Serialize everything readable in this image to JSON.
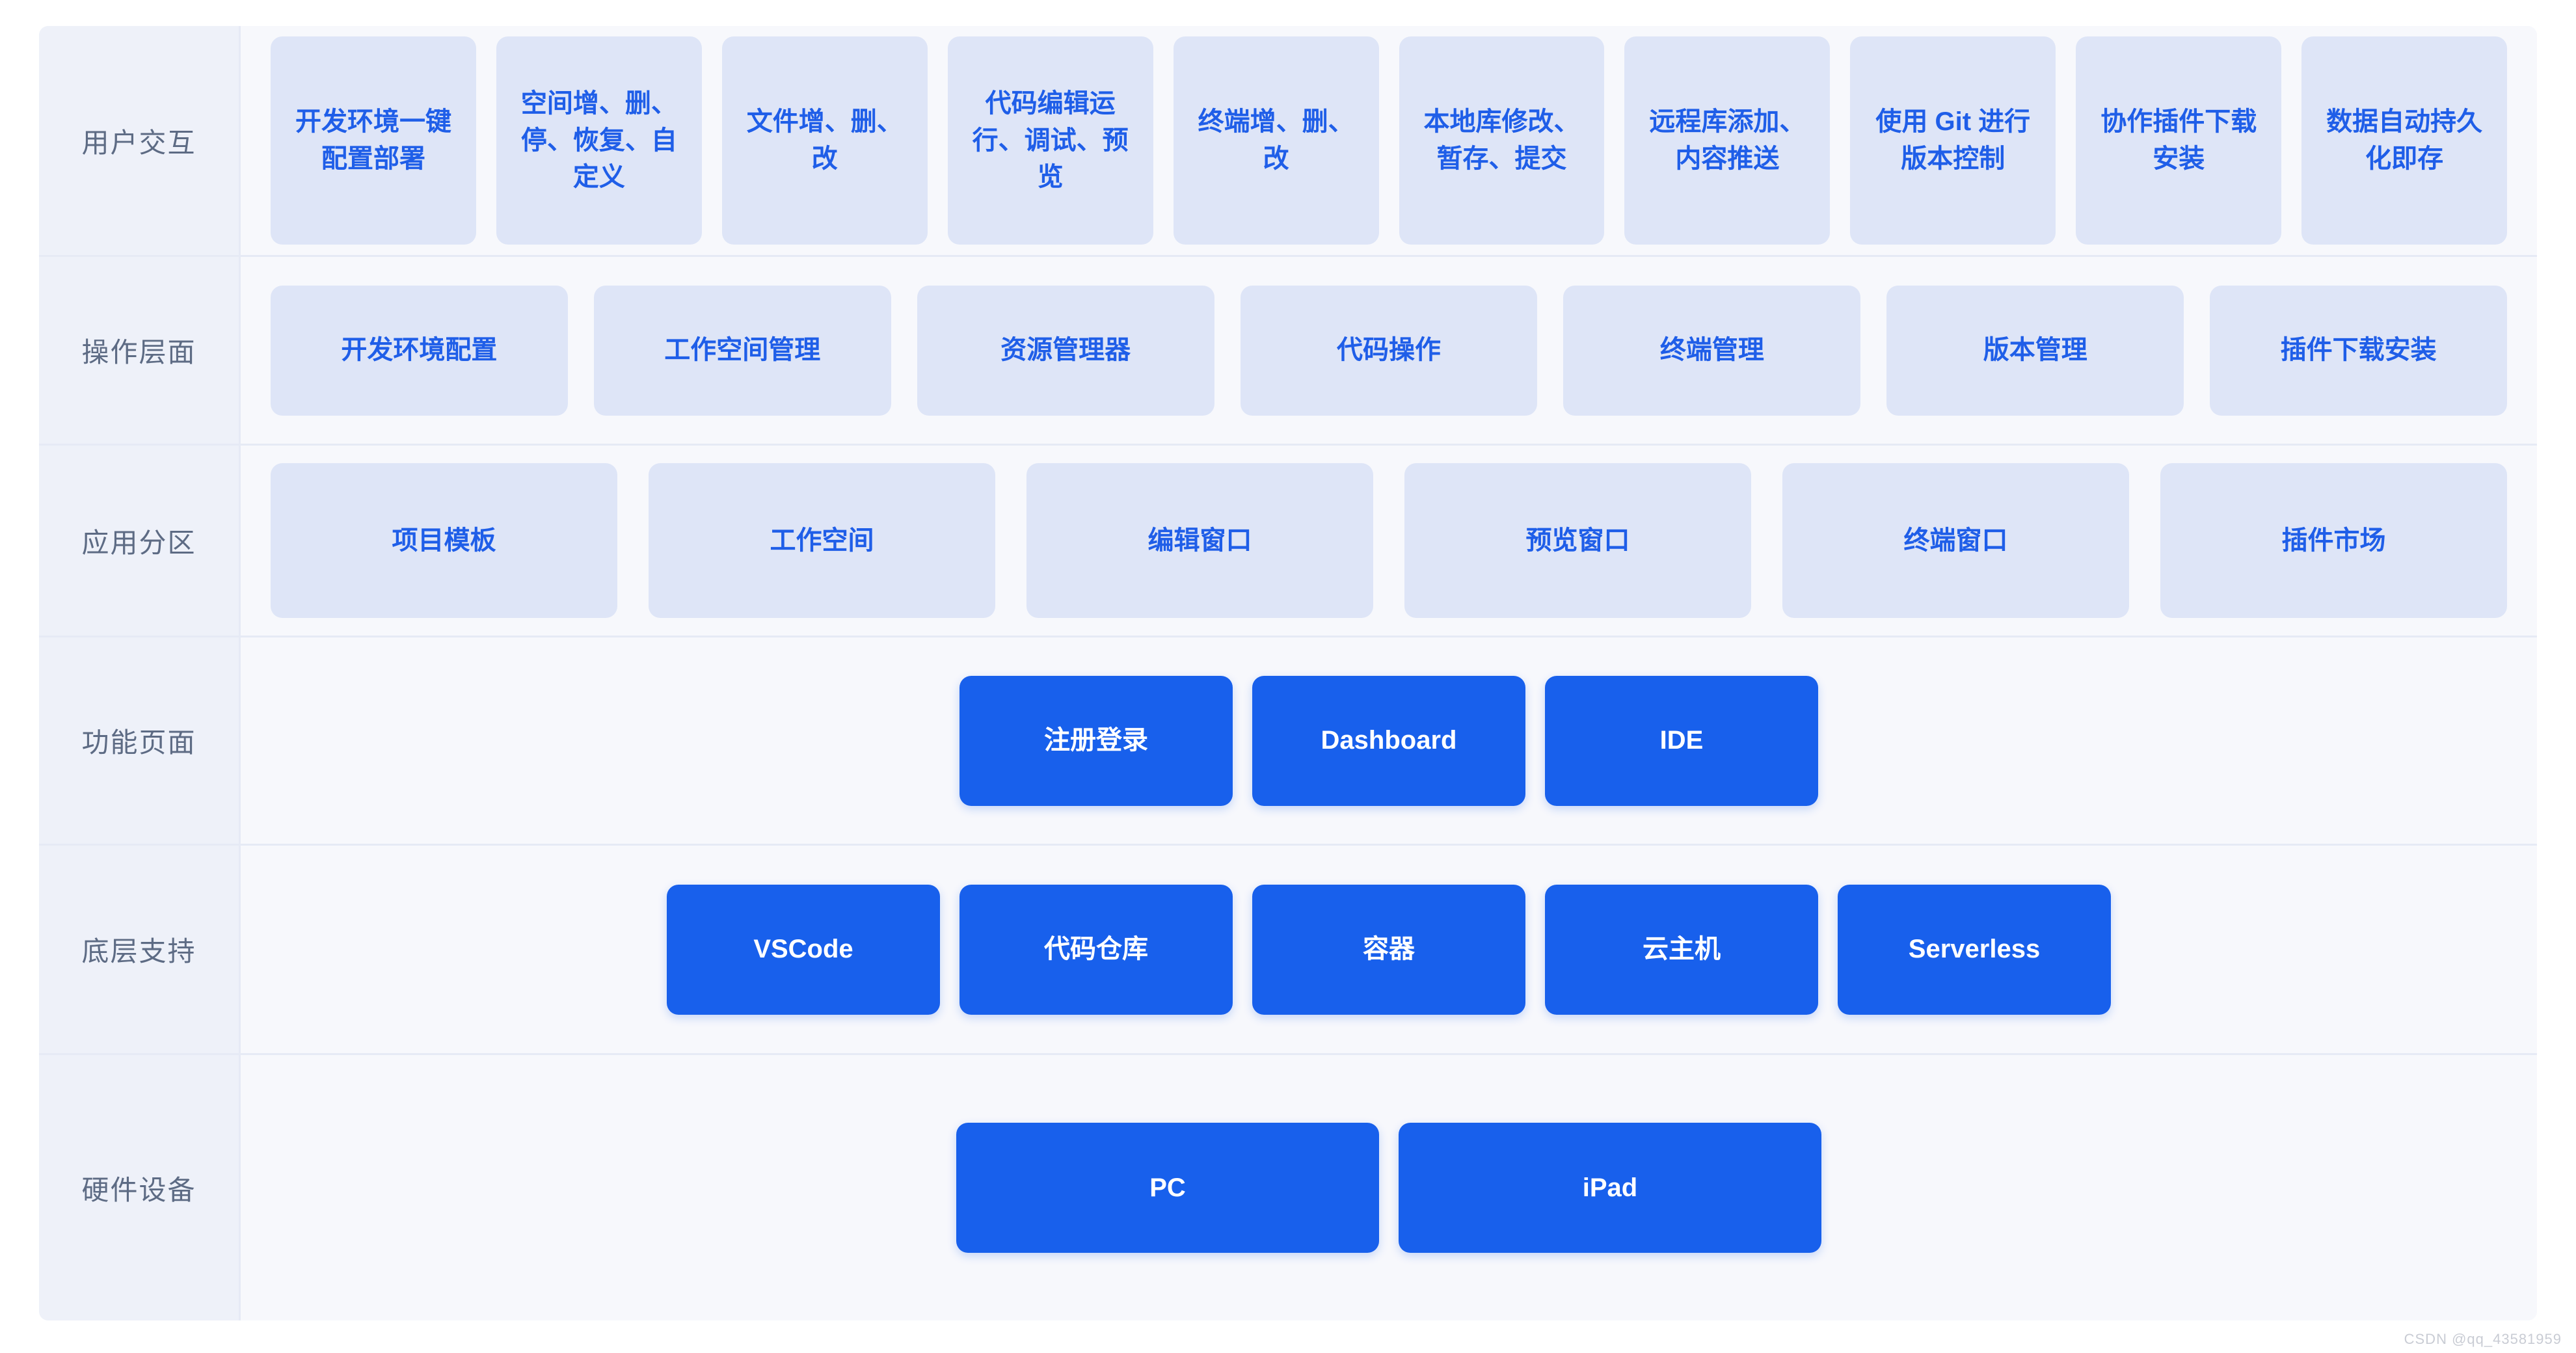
{
  "colors": {
    "page_background": "#ffffff",
    "label_column_background": "#eef1f9",
    "content_background": "#f7f8fc",
    "divider": "#e6eaf5",
    "light_card_background": "#dee5f7",
    "light_card_text": "#1f5ee8",
    "solid_card_background": "#1860ec",
    "solid_card_text": "#ffffff",
    "label_text": "#5d6b84",
    "watermark_text": "#c9ccd4"
  },
  "watermark": "CSDN @qq_43581959",
  "rows": [
    {
      "label": "用户交互",
      "style": "light",
      "align": "stretch",
      "cards": [
        {
          "text": "开发环境一键配置部署"
        },
        {
          "text": "空间增、删、停、恢复、自定义"
        },
        {
          "text": "文件增、删、改"
        },
        {
          "text": "代码编辑运行、调试、预览"
        },
        {
          "text": "终端增、删、改"
        },
        {
          "text": "本地库修改、暂存、提交"
        },
        {
          "text": "远程库添加、内容推送"
        },
        {
          "text": "使用 Git 进行版本控制"
        },
        {
          "text": "协作插件下载安装"
        },
        {
          "text": "数据自动持久化即存"
        }
      ]
    },
    {
      "label": "操作层面",
      "style": "light",
      "align": "stretch",
      "cards": [
        {
          "text": "开发环境配置"
        },
        {
          "text": "工作空间管理"
        },
        {
          "text": "资源管理器"
        },
        {
          "text": "代码操作"
        },
        {
          "text": "终端管理"
        },
        {
          "text": "版本管理"
        },
        {
          "text": "插件下载安装"
        }
      ]
    },
    {
      "label": "应用分区",
      "style": "light",
      "align": "stretch",
      "cards": [
        {
          "text": "项目模板"
        },
        {
          "text": "工作空间"
        },
        {
          "text": "编辑窗口"
        },
        {
          "text": "预览窗口"
        },
        {
          "text": "终端窗口"
        },
        {
          "text": "插件市场"
        }
      ]
    },
    {
      "label": "功能页面",
      "style": "solid",
      "align": "center",
      "cards": [
        {
          "text": "注册登录"
        },
        {
          "text": "Dashboard"
        },
        {
          "text": "IDE"
        }
      ]
    },
    {
      "label": "底层支持",
      "style": "solid",
      "align": "center",
      "cards": [
        {
          "text": "VSCode"
        },
        {
          "text": "代码仓库"
        },
        {
          "text": "容器"
        },
        {
          "text": "云主机"
        },
        {
          "text": "Serverless"
        }
      ]
    },
    {
      "label": "硬件设备",
      "style": "solid",
      "align": "center",
      "cards": [
        {
          "text": "PC"
        },
        {
          "text": "iPad"
        }
      ]
    }
  ]
}
